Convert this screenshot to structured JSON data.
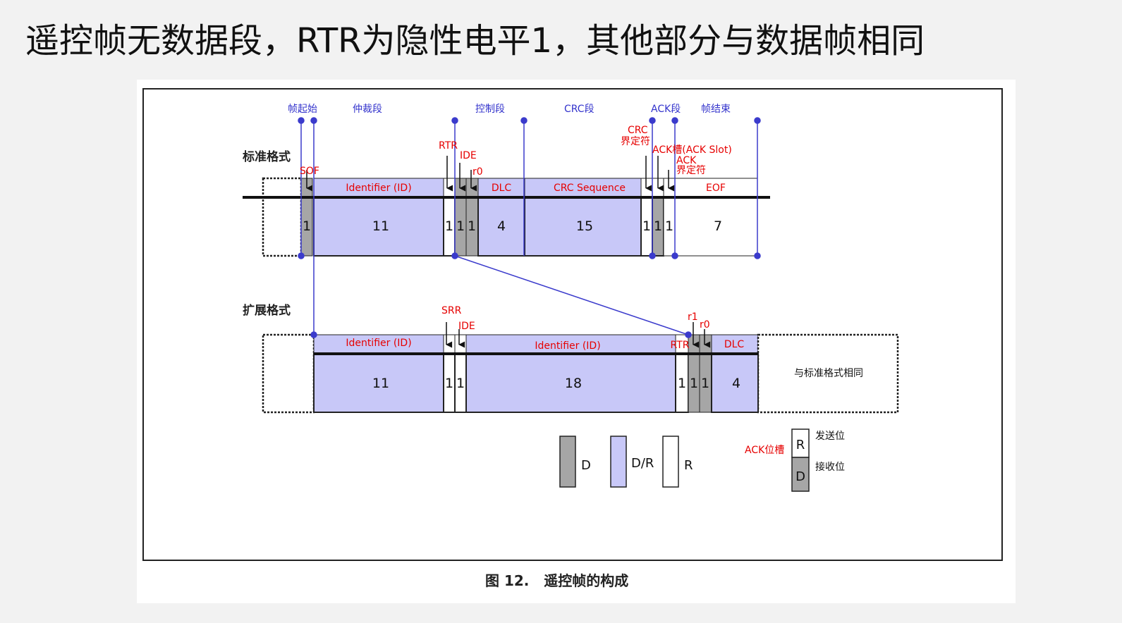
{
  "slide": {
    "title": "遥控帧无数据段，RTR为隐性电平1，其他部分与数据帧相同"
  },
  "figure": {
    "caption": "图 12.   遥控帧的构成",
    "top_labels": {
      "sof": "帧起始",
      "arb": "仲裁段",
      "ctrl": "控制段",
      "crc": "CRC段",
      "ack": "ACK段",
      "eof": "帧结束"
    },
    "standard": {
      "row_label": "标准格式",
      "red": {
        "sof": "SOF",
        "rtr": "RTR",
        "ide": "IDE",
        "r0": "r0",
        "crc_delim_1": "CRC",
        "crc_delim_2": "界定符",
        "ack_slot": "ACK槽(ACK Slot)",
        "ack_delim_1": "ACK",
        "ack_delim_2": "界定符"
      },
      "fields": {
        "id": "Identifier (ID)",
        "dlc": "DLC",
        "crc": "CRC Sequence",
        "eof": "EOF"
      },
      "bits": {
        "sof": "1",
        "id": "11",
        "rtr": "1",
        "ide": "1",
        "r0": "1",
        "dlc": "4",
        "crc": "15",
        "crc_delim": "1",
        "ack": "1",
        "ack_delim": "1",
        "eof": "7"
      }
    },
    "extended": {
      "row_label": "扩展格式",
      "red": {
        "srr": "SRR",
        "ide": "IDE",
        "r1": "r1",
        "r0": "r0",
        "rtr": "RTR"
      },
      "fields": {
        "id1": "Identifier (ID)",
        "id2": "Identifier (ID)",
        "dlc": "DLC",
        "rest": "与标准格式相同"
      },
      "bits": {
        "id1": "11",
        "srr": "1",
        "ide": "1",
        "id2": "18",
        "rtr": "1",
        "r1": "1",
        "r0": "1",
        "dlc": "4"
      }
    },
    "legend": {
      "d": "D",
      "dr": "D/R",
      "r": "R",
      "ack_pos": "ACK位槽",
      "ack_r": "R",
      "ack_d": "D",
      "send": "发送位",
      "recv": "接收位"
    },
    "colors": {
      "dominant": "#a6a6a6",
      "dr": "#c8c8f8",
      "recessive": "#ffffff",
      "line_blue": "#3b3bcc",
      "label_red": "#e60000"
    }
  }
}
